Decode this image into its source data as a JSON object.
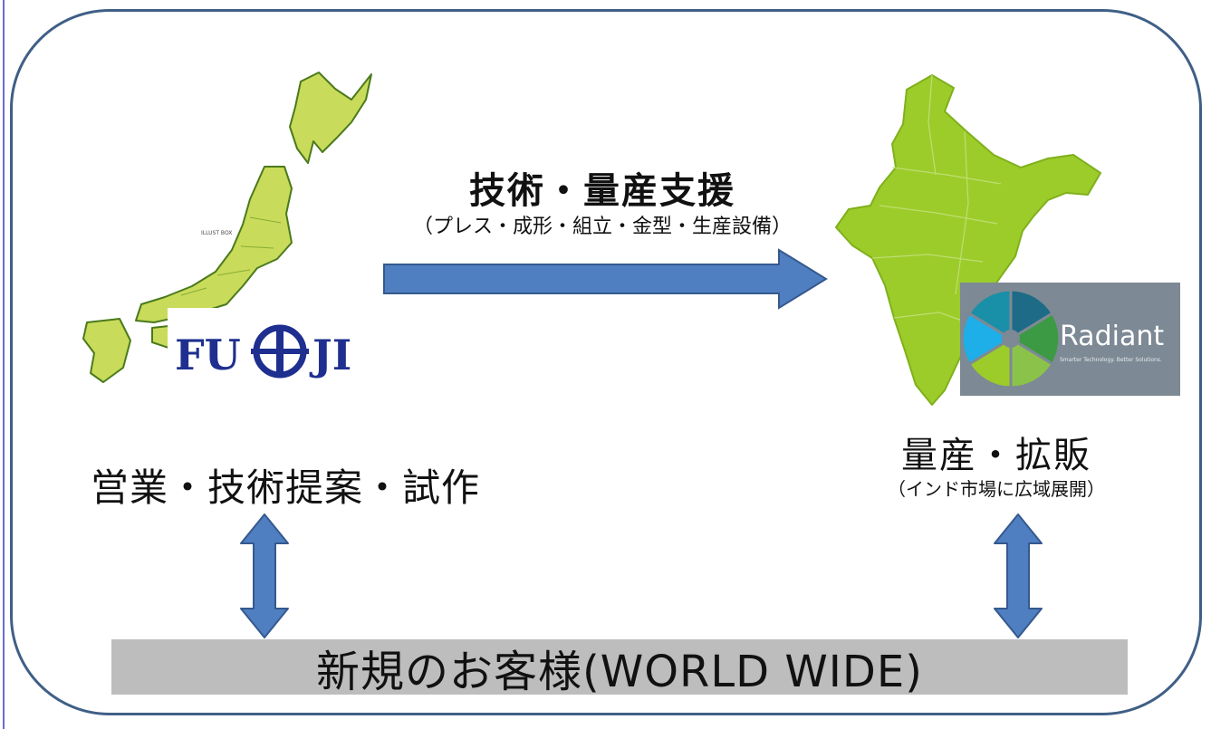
{
  "diagram": {
    "top_arrow_label": "技術・量産支援",
    "top_arrow_sublabel": "（プレス・成形・組立・金型・生産設備）",
    "left_label": "営業・技術提案・試作",
    "right_label": "量産・拡販",
    "right_sublabel": "（インド市場に広域展開）",
    "bottom_banner": "新規のお客様(WORLD WIDE)",
    "japan_map_watermark": "ILLUST BOX"
  },
  "logos": {
    "fuji": {
      "text": "FUJI",
      "color": "#1e2f8f"
    },
    "radiant": {
      "name": "Radiant",
      "tagline": "Smarter Technology. Better Solutions."
    }
  },
  "colors": {
    "frame_border": "#3f5f86",
    "arrow_fill": "#4f7fc1",
    "arrow_stroke": "#35598e",
    "japan_fill": "#c9db5a",
    "india_fill": "#9ccc2a",
    "banner_bg": "#bdbdbd"
  },
  "icons": [
    "japan-map-icon",
    "india-map-icon",
    "fuji-logo-icon",
    "radiant-logo-icon",
    "arrow-right-icon",
    "double-arrow-vertical-icon"
  ]
}
